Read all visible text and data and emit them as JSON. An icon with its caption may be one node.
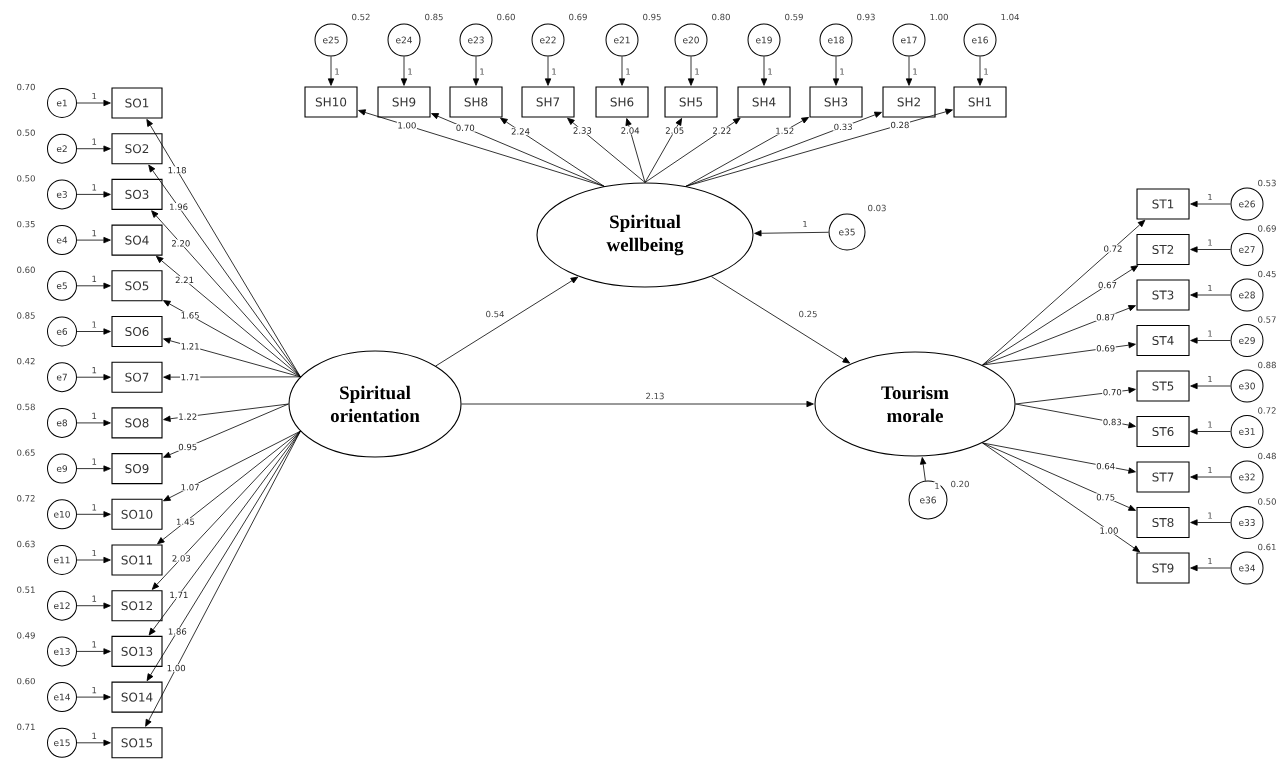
{
  "diagram": {
    "nodes": [
      {
        "text": [
          "Spiritual orientation"
        ]
      },
      {
        "text": [
          "Spiritual wellbeing"
        ]
      },
      {
        "text": [
          "Tourism morale"
        ]
      },
      {
        "text": [
          "e35"
        ],
        "beside": [
          "0.03"
        ]
      },
      {
        "text": [
          "e36"
        ],
        "beside": [
          "0.20"
        ]
      },
      {
        "text": [
          "SO1"
        ]
      },
      {
        "text": [
          "SO2"
        ]
      },
      {
        "text": [
          "SO3"
        ]
      },
      {
        "text": [
          "SO4"
        ]
      },
      {
        "text": [
          "SO5"
        ]
      },
      {
        "text": [
          "SO6"
        ]
      },
      {
        "text": [
          "SO7"
        ]
      },
      {
        "text": [
          "SO8"
        ]
      },
      {
        "text": [
          "SO9"
        ]
      },
      {
        "text": [
          "SO10"
        ]
      },
      {
        "text": [
          "SO11"
        ]
      },
      {
        "text": [
          "SO12"
        ]
      },
      {
        "text": [
          "SO13"
        ]
      },
      {
        "text": [
          "SO14"
        ]
      },
      {
        "text": [
          "SO15"
        ]
      },
      {
        "text": [
          "e1"
        ],
        "beside": [
          "0.70"
        ]
      },
      {
        "text": [
          "e2"
        ],
        "beside": [
          "0.50"
        ]
      },
      {
        "text": [
          "e3"
        ],
        "beside": [
          "0.50"
        ]
      },
      {
        "text": [
          "e4"
        ],
        "beside": [
          "0.35"
        ]
      },
      {
        "text": [
          "e5"
        ],
        "beside": [
          "0.60"
        ]
      },
      {
        "text": [
          "e6"
        ],
        "beside": [
          "0.85"
        ]
      },
      {
        "text": [
          "e7"
        ],
        "beside": [
          "0.42"
        ]
      },
      {
        "text": [
          "e8"
        ],
        "beside": [
          "0.58"
        ]
      },
      {
        "text": [
          "e9"
        ],
        "beside": [
          "0.65"
        ]
      },
      {
        "text": [
          "e10"
        ],
        "beside": [
          "0.72"
        ]
      },
      {
        "text": [
          "e11"
        ],
        "beside": [
          "0.63"
        ]
      },
      {
        "text": [
          "e12"
        ],
        "beside": [
          "0.51"
        ]
      },
      {
        "text": [
          "e13"
        ],
        "beside": [
          "0.49"
        ]
      },
      {
        "text": [
          "e14"
        ],
        "beside": [
          "0.60"
        ]
      },
      {
        "text": [
          "e15"
        ],
        "beside": [
          "0.71"
        ]
      },
      {
        "text": [
          "SH10"
        ]
      },
      {
        "text": [
          "SH9"
        ]
      },
      {
        "text": [
          "SH8"
        ]
      },
      {
        "text": [
          "SH7"
        ]
      },
      {
        "text": [
          "SH6"
        ]
      },
      {
        "text": [
          "SH5"
        ]
      },
      {
        "text": [
          "SH4"
        ]
      },
      {
        "text": [
          "SH3"
        ]
      },
      {
        "text": [
          "SH2"
        ]
      },
      {
        "text": [
          "SH1"
        ]
      },
      {
        "text": [
          "e25"
        ],
        "beside": [
          "0.52"
        ]
      },
      {
        "text": [
          "e24"
        ],
        "beside": [
          "0.85"
        ]
      },
      {
        "text": [
          "e23"
        ],
        "beside": [
          "0.60"
        ]
      },
      {
        "text": [
          "e22"
        ],
        "beside": [
          "0.69"
        ]
      },
      {
        "text": [
          "e21"
        ],
        "beside": [
          "0.95"
        ]
      },
      {
        "text": [
          "e20"
        ],
        "beside": [
          "0.80"
        ]
      },
      {
        "text": [
          "e19"
        ],
        "beside": [
          "0.59"
        ]
      },
      {
        "text": [
          "e18"
        ],
        "beside": [
          "0.93"
        ]
      },
      {
        "text": [
          "e17"
        ],
        "beside": [
          "1.00"
        ]
      },
      {
        "text": [
          "e16"
        ],
        "beside": [
          "1.04"
        ]
      },
      {
        "text": [
          "ST1"
        ]
      },
      {
        "text": [
          "ST2"
        ]
      },
      {
        "text": [
          "ST3"
        ]
      },
      {
        "text": [
          "ST4"
        ]
      },
      {
        "text": [
          "ST5"
        ]
      },
      {
        "text": [
          "ST6"
        ]
      },
      {
        "text": [
          "ST7"
        ]
      },
      {
        "text": [
          "ST8"
        ]
      },
      {
        "text": [
          "ST9"
        ]
      },
      {
        "text": [
          "e26"
        ],
        "beside": [
          "0.53"
        ]
      },
      {
        "text": [
          "e27"
        ],
        "beside": [
          "0.69"
        ]
      },
      {
        "text": [
          "e28"
        ],
        "beside": [
          "0.45"
        ]
      },
      {
        "text": [
          "e29"
        ],
        "beside": [
          "0.57"
        ]
      },
      {
        "text": [
          "e30"
        ],
        "beside": [
          "0.88"
        ]
      },
      {
        "text": [
          "e31"
        ],
        "beside": [
          "0.72"
        ]
      },
      {
        "text": [
          "e32"
        ],
        "beside": [
          "0.48"
        ]
      },
      {
        "text": [
          "e33"
        ],
        "beside": [
          "0.50"
        ]
      },
      {
        "text": [
          "e34"
        ],
        "beside": [
          "0.61"
        ]
      }
    ],
    "edges": [
      {
        "from": 20,
        "to": 5,
        "arrow": "to",
        "label": "1"
      },
      {
        "from": 21,
        "to": 6,
        "arrow": "to",
        "label": "1"
      },
      {
        "from": 22,
        "to": 7,
        "arrow": "to",
        "label": "1"
      },
      {
        "from": 23,
        "to": 8,
        "arrow": "to",
        "label": "1"
      },
      {
        "from": 24,
        "to": 9,
        "arrow": "to",
        "label": "1"
      },
      {
        "from": 25,
        "to": 10,
        "arrow": "to",
        "label": "1"
      },
      {
        "from": 26,
        "to": 11,
        "arrow": "to",
        "label": "1"
      },
      {
        "from": 27,
        "to": 12,
        "arrow": "to",
        "label": "1"
      },
      {
        "from": 28,
        "to": 13,
        "arrow": "to",
        "label": "1"
      },
      {
        "from": 29,
        "to": 14,
        "arrow": "to",
        "label": "1"
      },
      {
        "from": 30,
        "to": 15,
        "arrow": "to",
        "label": "1"
      },
      {
        "from": 31,
        "to": 16,
        "arrow": "to",
        "label": "1"
      },
      {
        "from": 32,
        "to": 17,
        "arrow": "to",
        "label": "1"
      },
      {
        "from": 33,
        "to": 18,
        "arrow": "to",
        "label": "1"
      },
      {
        "from": 34,
        "to": 19,
        "arrow": "to",
        "label": "1"
      },
      {
        "from": 0,
        "to": 5,
        "arrow": "to",
        "label": "1.18"
      },
      {
        "from": 0,
        "to": 6,
        "arrow": "to",
        "label": "1.96"
      },
      {
        "from": 0,
        "to": 7,
        "arrow": "to",
        "label": "2.20"
      },
      {
        "from": 0,
        "to": 8,
        "arrow": "to",
        "label": "2.21"
      },
      {
        "from": 0,
        "to": 9,
        "arrow": "to",
        "label": "1.65"
      },
      {
        "from": 0,
        "to": 10,
        "arrow": "to",
        "label": "1.21"
      },
      {
        "from": 0,
        "to": 11,
        "arrow": "to",
        "label": "1.71"
      },
      {
        "from": 0,
        "to": 12,
        "arrow": "to",
        "label": "1.22"
      },
      {
        "from": 0,
        "to": 13,
        "arrow": "to",
        "label": "0.95"
      },
      {
        "from": 0,
        "to": 14,
        "arrow": "to",
        "label": "1.07"
      },
      {
        "from": 0,
        "to": 15,
        "arrow": "to",
        "label": "1.45"
      },
      {
        "from": 0,
        "to": 16,
        "arrow": "to",
        "label": "2.03"
      },
      {
        "from": 0,
        "to": 17,
        "arrow": "to",
        "label": "1.71"
      },
      {
        "from": 0,
        "to": 18,
        "arrow": "to",
        "label": "1.86"
      },
      {
        "from": 0,
        "to": 19,
        "arrow": "to",
        "label": "1.00"
      },
      {
        "from": 45,
        "to": 35,
        "arrow": "to",
        "label": "1"
      },
      {
        "from": 46,
        "to": 36,
        "arrow": "to",
        "label": "1"
      },
      {
        "from": 47,
        "to": 37,
        "arrow": "to",
        "label": "1"
      },
      {
        "from": 48,
        "to": 38,
        "arrow": "to",
        "label": "1"
      },
      {
        "from": 49,
        "to": 39,
        "arrow": "to",
        "label": "1"
      },
      {
        "from": 50,
        "to": 40,
        "arrow": "to",
        "label": "1"
      },
      {
        "from": 51,
        "to": 41,
        "arrow": "to",
        "label": "1"
      },
      {
        "from": 52,
        "to": 42,
        "arrow": "to",
        "label": "1"
      },
      {
        "from": 53,
        "to": 43,
        "arrow": "to",
        "label": "1"
      },
      {
        "from": 54,
        "to": 44,
        "arrow": "to",
        "label": "1"
      },
      {
        "from": 1,
        "to": 35,
        "arrow": "to",
        "label": "1.00"
      },
      {
        "from": 1,
        "to": 36,
        "arrow": "to",
        "label": "0.70"
      },
      {
        "from": 1,
        "to": 37,
        "arrow": "to",
        "label": "2.24"
      },
      {
        "from": 1,
        "to": 38,
        "arrow": "to",
        "label": "2.33"
      },
      {
        "from": 1,
        "to": 39,
        "arrow": "to",
        "label": "2.04"
      },
      {
        "from": 1,
        "to": 40,
        "arrow": "to",
        "label": "2.05"
      },
      {
        "from": 1,
        "to": 41,
        "arrow": "to",
        "label": "2.22"
      },
      {
        "from": 1,
        "to": 42,
        "arrow": "to",
        "label": "1.52"
      },
      {
        "from": 1,
        "to": 43,
        "arrow": "to",
        "label": "0.33"
      },
      {
        "from": 1,
        "to": 44,
        "arrow": "to",
        "label": "0.28"
      },
      {
        "from": 64,
        "to": 55,
        "arrow": "to",
        "label": "1"
      },
      {
        "from": 65,
        "to": 56,
        "arrow": "to",
        "label": "1"
      },
      {
        "from": 66,
        "to": 57,
        "arrow": "to",
        "label": "1"
      },
      {
        "from": 67,
        "to": 58,
        "arrow": "to",
        "label": "1"
      },
      {
        "from": 68,
        "to": 59,
        "arrow": "to",
        "label": "1"
      },
      {
        "from": 69,
        "to": 60,
        "arrow": "to",
        "label": "1"
      },
      {
        "from": 70,
        "to": 61,
        "arrow": "to",
        "label": "1"
      },
      {
        "from": 71,
        "to": 62,
        "arrow": "to",
        "label": "1"
      },
      {
        "from": 72,
        "to": 63,
        "arrow": "to",
        "label": "1"
      },
      {
        "from": 2,
        "to": 55,
        "arrow": "to",
        "label": "0.72"
      },
      {
        "from": 2,
        "to": 56,
        "arrow": "to",
        "label": "0.67"
      },
      {
        "from": 2,
        "to": 57,
        "arrow": "to",
        "label": "0.87"
      },
      {
        "from": 2,
        "to": 58,
        "arrow": "to",
        "label": "0.69"
      },
      {
        "from": 2,
        "to": 59,
        "arrow": "to",
        "label": "0.70"
      },
      {
        "from": 2,
        "to": 60,
        "arrow": "to",
        "label": "0.83"
      },
      {
        "from": 2,
        "to": 61,
        "arrow": "to",
        "label": "0.64"
      },
      {
        "from": 2,
        "to": 62,
        "arrow": "to",
        "label": "0.75"
      },
      {
        "from": 2,
        "to": 63,
        "arrow": "to",
        "label": "1.00"
      },
      {
        "from": 0,
        "to": 1,
        "arrow": "to",
        "label": "0.54"
      },
      {
        "from": 1,
        "to": 2,
        "arrow": "to",
        "label": "0.25"
      },
      {
        "from": 0,
        "to": 2,
        "arrow": "to",
        "label": "2.13"
      },
      {
        "from": 3,
        "to": 1,
        "arrow": "to",
        "label": "1"
      },
      {
        "from": 4,
        "to": 2,
        "arrow": "to",
        "label": "1"
      }
    ]
  }
}
